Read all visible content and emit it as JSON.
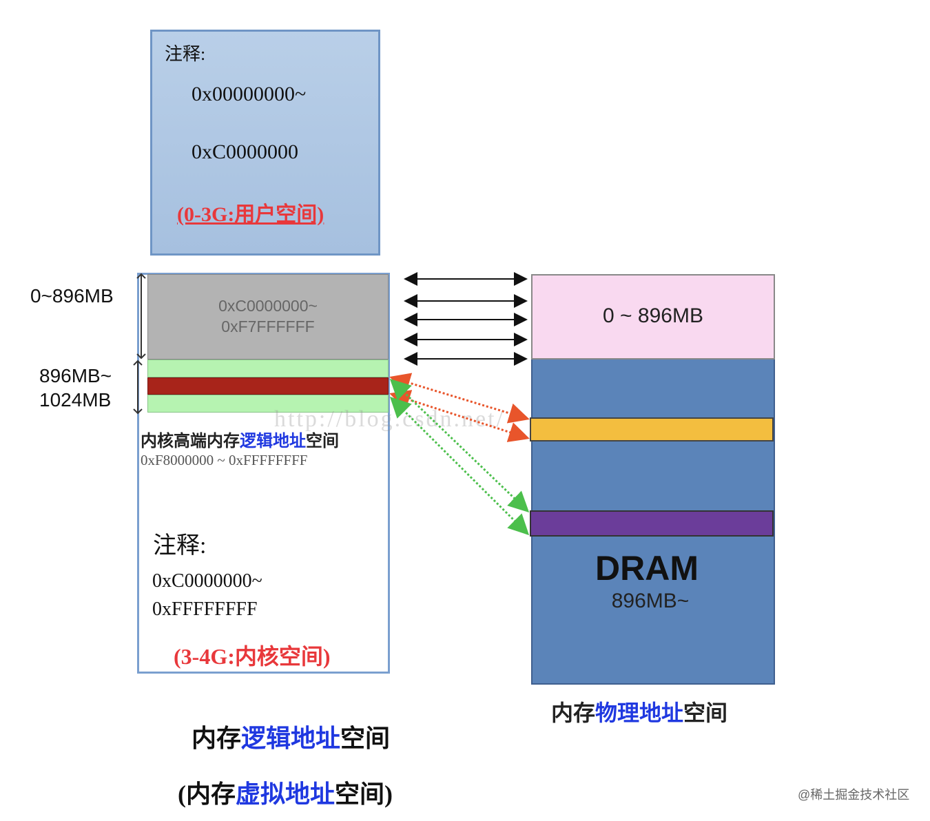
{
  "user_space": {
    "note": "注释:",
    "range_start": "0x00000000~",
    "range_end": "0xC0000000",
    "caption": "(0-3G:用户空间)"
  },
  "kernel_space": {
    "direct_range_start": "0xC0000000~",
    "direct_range_end": "0xF7FFFFFF",
    "high_logical_label_part1": "内核高端内存",
    "high_logical_label_part2": "逻辑地址",
    "high_logical_label_part3": "空间",
    "high_logical_range": "0xF8000000 ~ 0xFFFFFFFF",
    "note": "注释:",
    "range_start": "0xC0000000~",
    "range_end": "0xFFFFFFFF",
    "caption": "(3-4G:内核空间)"
  },
  "left_labels": {
    "low": "0~896MB",
    "high_line1": "896MB~",
    "high_line2": "1024MB"
  },
  "physical": {
    "low_label": "0 ~ 896MB",
    "dram_title": "DRAM",
    "dram_sub": "896MB~",
    "caption_part1": "内存",
    "caption_part2": "物理地址",
    "caption_part3": "空间"
  },
  "captions": {
    "logical_part1": "内存",
    "logical_part2": "逻辑地址",
    "logical_part3": "空间",
    "virtual_part1": "(内存",
    "virtual_part2": "虚拟地址",
    "virtual_part3": "空间)"
  },
  "watermark": "http://blog.csdn.net/",
  "footer_credit": "@稀土掘金技术社区",
  "colors": {
    "user_box": "#b9cfe8",
    "direct_map": "#b3b3b3",
    "high_green": "#b6f3b1",
    "high_red": "#a8241a",
    "phys_low": "#f9d9f0",
    "dram": "#5b84b9",
    "phys_yellow": "#f3be3f",
    "phys_purple": "#6b3d9a",
    "red_text": "#e8383b",
    "blue_text": "#1f38e0"
  }
}
